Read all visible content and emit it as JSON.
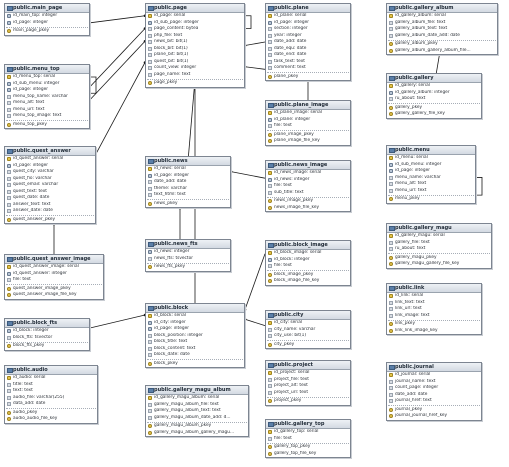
{
  "tables": [
    {
      "id": "main_page",
      "name": "public.main_page",
      "cols": [
        {
          "t": "id_main_top: integer",
          "k": "fk"
        },
        {
          "t": "id_page: integer",
          "k": "fk"
        }
      ],
      "idx": [
        "main_page_pkey"
      ]
    },
    {
      "id": "menu_top",
      "name": "public.menu_top",
      "cols": [
        {
          "t": "id_menu_top: serial",
          "k": "pk"
        },
        {
          "t": "id_sub_menu: integer",
          "k": "fk"
        },
        {
          "t": "id_page: integer",
          "k": "fk"
        },
        {
          "t": "menu_top_name: varchar",
          "k": "col"
        },
        {
          "t": "menu_alt: text",
          "k": "col"
        },
        {
          "t": "menu_url: text",
          "k": "col"
        },
        {
          "t": "menu_top_image: text",
          "k": "col"
        }
      ],
      "idx": [
        "menu_top_pkey"
      ]
    },
    {
      "id": "quest_answer",
      "name": "public.quest_answer",
      "cols": [
        {
          "t": "id_quest_answer: serial",
          "k": "pk"
        },
        {
          "t": "id_page: integer",
          "k": "fk"
        },
        {
          "t": "quest_city: varchar",
          "k": "col"
        },
        {
          "t": "quest_fio: varchar",
          "k": "col"
        },
        {
          "t": "quest_email: varchar",
          "k": "col"
        },
        {
          "t": "quest_text: text",
          "k": "col"
        },
        {
          "t": "quest_date: date",
          "k": "col"
        },
        {
          "t": "answer_text: text",
          "k": "col"
        },
        {
          "t": "answer_date: date",
          "k": "col"
        }
      ],
      "idx": [
        "quest_answer_pkey"
      ]
    },
    {
      "id": "quest_answer_image",
      "name": "public.quest_answer_image",
      "cols": [
        {
          "t": "id_quest_answer_image: serial",
          "k": "pk"
        },
        {
          "t": "id_quest_answer: integer",
          "k": "fk"
        },
        {
          "t": "file: text",
          "k": "col"
        }
      ],
      "idx": [
        "quest_answer_image_pkey",
        "quest_answer_image_file_key"
      ]
    },
    {
      "id": "block_fts",
      "name": "public.block_fts",
      "cols": [
        {
          "t": "id_block: integer",
          "k": "fk"
        },
        {
          "t": "block_fts: tsvector",
          "k": "col"
        }
      ],
      "idx": [
        "block_fts_pkey"
      ]
    },
    {
      "id": "audio",
      "name": "public.audio",
      "cols": [
        {
          "t": "id_audio: serial",
          "k": "pk"
        },
        {
          "t": "title: text",
          "k": "col"
        },
        {
          "t": "text: text",
          "k": "col"
        },
        {
          "t": "audio_file: varchar(255)",
          "k": "col"
        },
        {
          "t": "data_add: date",
          "k": "col"
        }
      ],
      "idx": [
        "audio_pkey",
        "audio_audio_file_key"
      ]
    },
    {
      "id": "page",
      "name": "public.page",
      "cols": [
        {
          "t": "id_page: serial",
          "k": "pk"
        },
        {
          "t": "id_sub_page: integer",
          "k": "fk"
        },
        {
          "t": "page_content: bytea",
          "k": "col"
        },
        {
          "t": "php_file: text",
          "k": "col"
        },
        {
          "t": "news_bit: bit(1)",
          "k": "col"
        },
        {
          "t": "block_bit: bit(1)",
          "k": "col"
        },
        {
          "t": "plane_bit: bit(1)",
          "k": "col"
        },
        {
          "t": "quest_bit: bit(1)",
          "k": "col"
        },
        {
          "t": "count_view: integer",
          "k": "col"
        },
        {
          "t": "page_name: text",
          "k": "col"
        }
      ],
      "idx": [
        "page_pkey"
      ]
    },
    {
      "id": "news",
      "name": "public.news",
      "cols": [
        {
          "t": "id_news: serial",
          "k": "pk"
        },
        {
          "t": "id_page: integer",
          "k": "fk"
        },
        {
          "t": "date_add: date",
          "k": "col"
        },
        {
          "t": "theme: varchar",
          "k": "col"
        },
        {
          "t": "text_html: text",
          "k": "col"
        }
      ],
      "idx": [
        "news_pkey"
      ]
    },
    {
      "id": "news_fts",
      "name": "public.news_fts",
      "cols": [
        {
          "t": "id_news: integer",
          "k": "fk"
        },
        {
          "t": "news_fts: tsvector",
          "k": "col"
        }
      ],
      "idx": [
        "news_fts_pkey"
      ]
    },
    {
      "id": "block",
      "name": "public.block",
      "cols": [
        {
          "t": "id_block: serial",
          "k": "pk"
        },
        {
          "t": "id_city: integer",
          "k": "fk"
        },
        {
          "t": "id_page: integer",
          "k": "fk"
        },
        {
          "t": "block_position: integer",
          "k": "col"
        },
        {
          "t": "block_title: text",
          "k": "col"
        },
        {
          "t": "block_content: text",
          "k": "col"
        },
        {
          "t": "block_date: date",
          "k": "col"
        }
      ],
      "idx": [
        "block_pkey"
      ]
    },
    {
      "id": "gallery_magu_album",
      "name": "public.gallery_magu_album",
      "cols": [
        {
          "t": "id_gallery_magu_album: serial",
          "k": "pk"
        },
        {
          "t": "gallery_magu_album_file: text",
          "k": "col"
        },
        {
          "t": "gallery_magu_album_text: text",
          "k": "col"
        },
        {
          "t": "gallery_magu_album_date_add: d...",
          "k": "col"
        }
      ],
      "idx": [
        "gallery_magu_album_pkey",
        "gallery_magu_album_gallery_magu..."
      ]
    },
    {
      "id": "plane",
      "name": "public.plane",
      "cols": [
        {
          "t": "id_plane: serial",
          "k": "pk"
        },
        {
          "t": "id_page: integer",
          "k": "fk"
        },
        {
          "t": "section: integer",
          "k": "col"
        },
        {
          "t": "year: integer",
          "k": "col"
        },
        {
          "t": "date_add: date",
          "k": "col"
        },
        {
          "t": "date_equ: date",
          "k": "col"
        },
        {
          "t": "date_end: date",
          "k": "col"
        },
        {
          "t": "task_text: text",
          "k": "col"
        },
        {
          "t": "comment: text",
          "k": "col"
        }
      ],
      "idx": [
        "plane_pkey"
      ]
    },
    {
      "id": "plane_image",
      "name": "public.plane_image",
      "cols": [
        {
          "t": "id_plane_image: serial",
          "k": "pk"
        },
        {
          "t": "id_plane: integer",
          "k": "fk"
        },
        {
          "t": "file: text",
          "k": "col"
        }
      ],
      "idx": [
        "plane_image_pkey",
        "plane_image_file_key"
      ]
    },
    {
      "id": "news_image",
      "name": "public.news_image",
      "cols": [
        {
          "t": "id_news_image: serial",
          "k": "pk"
        },
        {
          "t": "id_news: integer",
          "k": "fk"
        },
        {
          "t": "file: text",
          "k": "col"
        },
        {
          "t": "sub_title: text",
          "k": "col"
        }
      ],
      "idx": [
        "news_image_pkey",
        "news_image_file_key"
      ]
    },
    {
      "id": "block_image",
      "name": "public.block_image",
      "cols": [
        {
          "t": "id_block_image: serial",
          "k": "pk"
        },
        {
          "t": "id_block: integer",
          "k": "fk"
        },
        {
          "t": "file: text",
          "k": "col"
        }
      ],
      "idx": [
        "block_image_pkey",
        "block_image_file_key"
      ]
    },
    {
      "id": "city",
      "name": "public.city",
      "cols": [
        {
          "t": "id_city: serial",
          "k": "pk"
        },
        {
          "t": "city_name: varchar",
          "k": "col"
        },
        {
          "t": "city_use: bit(1)",
          "k": "col"
        }
      ],
      "idx": [
        "city_pkey"
      ]
    },
    {
      "id": "project",
      "name": "public.project",
      "cols": [
        {
          "t": "id_project: serial",
          "k": "pk"
        },
        {
          "t": "project_file: text",
          "k": "col"
        },
        {
          "t": "project_alt: text",
          "k": "col"
        },
        {
          "t": "project_url: text",
          "k": "col"
        }
      ],
      "idx": [
        "project_pkey"
      ]
    },
    {
      "id": "gallery_top",
      "name": "public.gallery_top",
      "cols": [
        {
          "t": "id_gallery_top: serial",
          "k": "pk"
        },
        {
          "t": "file: text",
          "k": "col"
        }
      ],
      "idx": [
        "gallery_top_pkey",
        "gallery_top_file_key"
      ]
    },
    {
      "id": "gallery_album",
      "name": "public.gallery_album",
      "cols": [
        {
          "t": "id_gallery_album: serial",
          "k": "pk"
        },
        {
          "t": "gallery_album_file: text",
          "k": "col"
        },
        {
          "t": "gallery_album_text: text",
          "k": "col"
        },
        {
          "t": "gallery_album_date_add: date",
          "k": "col"
        }
      ],
      "idx": [
        "gallery_album_pkey",
        "gallery_album_gallery_album_file..."
      ]
    },
    {
      "id": "gallery",
      "name": "public.gallery",
      "cols": [
        {
          "t": "id_gallery: serial",
          "k": "pk"
        },
        {
          "t": "id_gallery_album: integer",
          "k": "fk"
        },
        {
          "t": "ru_about: text",
          "k": "col"
        }
      ],
      "idx": [
        "gallery_pkey",
        "gallery_gallery_file_key"
      ]
    },
    {
      "id": "menu",
      "name": "public.menu",
      "cols": [
        {
          "t": "id_menu: serial",
          "k": "pk"
        },
        {
          "t": "id_sub_menu: integer",
          "k": "fk"
        },
        {
          "t": "id_page: integer",
          "k": "fk"
        },
        {
          "t": "menu_name: varchar",
          "k": "col"
        },
        {
          "t": "menu_alt: text",
          "k": "col"
        },
        {
          "t": "menu_url: text",
          "k": "col"
        }
      ],
      "idx": [
        "menu_pkey"
      ]
    },
    {
      "id": "gallery_magu",
      "name": "public.gallery_magu",
      "cols": [
        {
          "t": "id_gallery_magu: serial",
          "k": "pk"
        },
        {
          "t": "gallery_file: text",
          "k": "col"
        },
        {
          "t": "ru_about: text",
          "k": "col"
        }
      ],
      "idx": [
        "gallery_magu_pkey",
        "gallery_magu_gallery_file_key"
      ]
    },
    {
      "id": "link",
      "name": "public.link",
      "cols": [
        {
          "t": "id_link: serial",
          "k": "pk"
        },
        {
          "t": "link_text: text",
          "k": "col"
        },
        {
          "t": "link_url: text",
          "k": "col"
        },
        {
          "t": "link_image: text",
          "k": "col"
        }
      ],
      "idx": [
        "link_pkey",
        "link_link_image_key"
      ]
    },
    {
      "id": "journal",
      "name": "public.journal",
      "cols": [
        {
          "t": "id_journal: serial",
          "k": "pk"
        },
        {
          "t": "journal_name: text",
          "k": "col"
        },
        {
          "t": "count_page: integer",
          "k": "col"
        },
        {
          "t": "date_add: date",
          "k": "col"
        },
        {
          "t": "journal_href: text",
          "k": "col"
        }
      ],
      "idx": [
        "journal_pkey",
        "journal_journal_href_key"
      ]
    }
  ]
}
